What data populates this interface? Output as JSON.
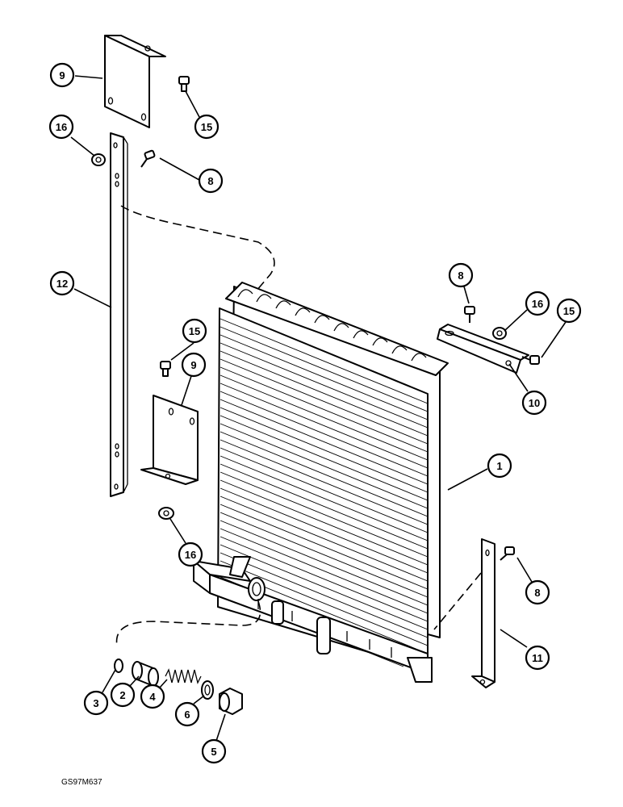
{
  "drawing_code": "GS97M637",
  "callouts": [
    {
      "id": "c1",
      "label": "1"
    },
    {
      "id": "c2",
      "label": "2"
    },
    {
      "id": "c3",
      "label": "3"
    },
    {
      "id": "c4",
      "label": "4"
    },
    {
      "id": "c5",
      "label": "5"
    },
    {
      "id": "c6",
      "label": "6"
    },
    {
      "id": "c8a",
      "label": "8"
    },
    {
      "id": "c8b",
      "label": "8"
    },
    {
      "id": "c8c",
      "label": "8"
    },
    {
      "id": "c9a",
      "label": "9"
    },
    {
      "id": "c9b",
      "label": "9"
    },
    {
      "id": "c10",
      "label": "10"
    },
    {
      "id": "c11",
      "label": "11"
    },
    {
      "id": "c12",
      "label": "12"
    },
    {
      "id": "c15a",
      "label": "15"
    },
    {
      "id": "c15b",
      "label": "15"
    },
    {
      "id": "c15c",
      "label": "15"
    },
    {
      "id": "c16a",
      "label": "16"
    },
    {
      "id": "c16b",
      "label": "16"
    },
    {
      "id": "c16c",
      "label": "16"
    }
  ]
}
